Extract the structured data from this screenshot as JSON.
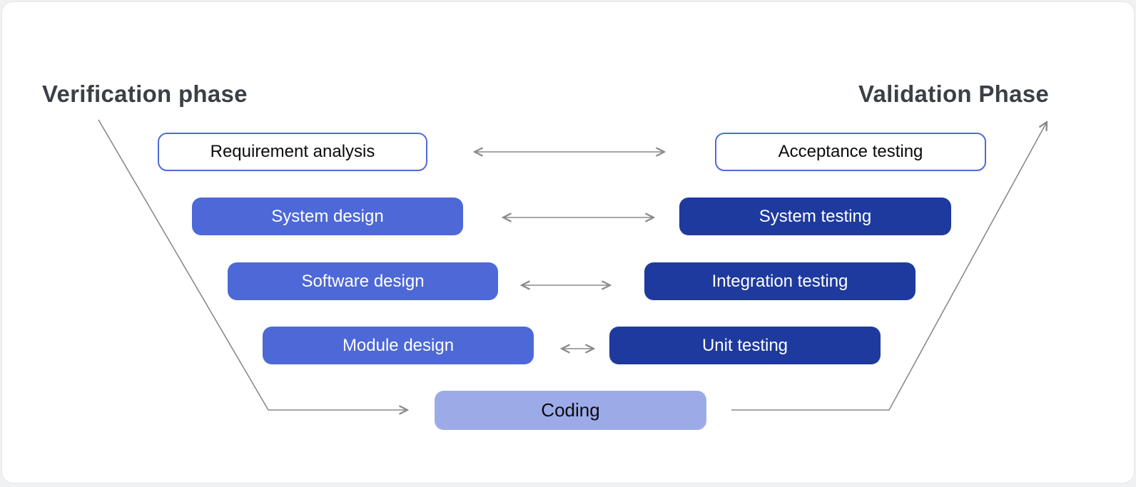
{
  "diagram": {
    "titles": {
      "left": "Verification phase",
      "right": "Validation Phase"
    },
    "rows": [
      {
        "left": "Requirement analysis",
        "right": "Acceptance testing"
      },
      {
        "left": "System design",
        "right": "System testing"
      },
      {
        "left": "Software design",
        "right": "Integration testing"
      },
      {
        "left": "Module design",
        "right": "Unit testing"
      }
    ],
    "bottom": "Coding",
    "colors": {
      "design_box_fill": "#4d68d7",
      "testing_box_fill": "#1e3a9e",
      "coding_box_fill": "#9cabe8",
      "outline_box_border": "#4f6bd5",
      "arrow_line": "#8a8a8a",
      "title_text": "#3b4046",
      "card_background": "#ffffff"
    }
  }
}
